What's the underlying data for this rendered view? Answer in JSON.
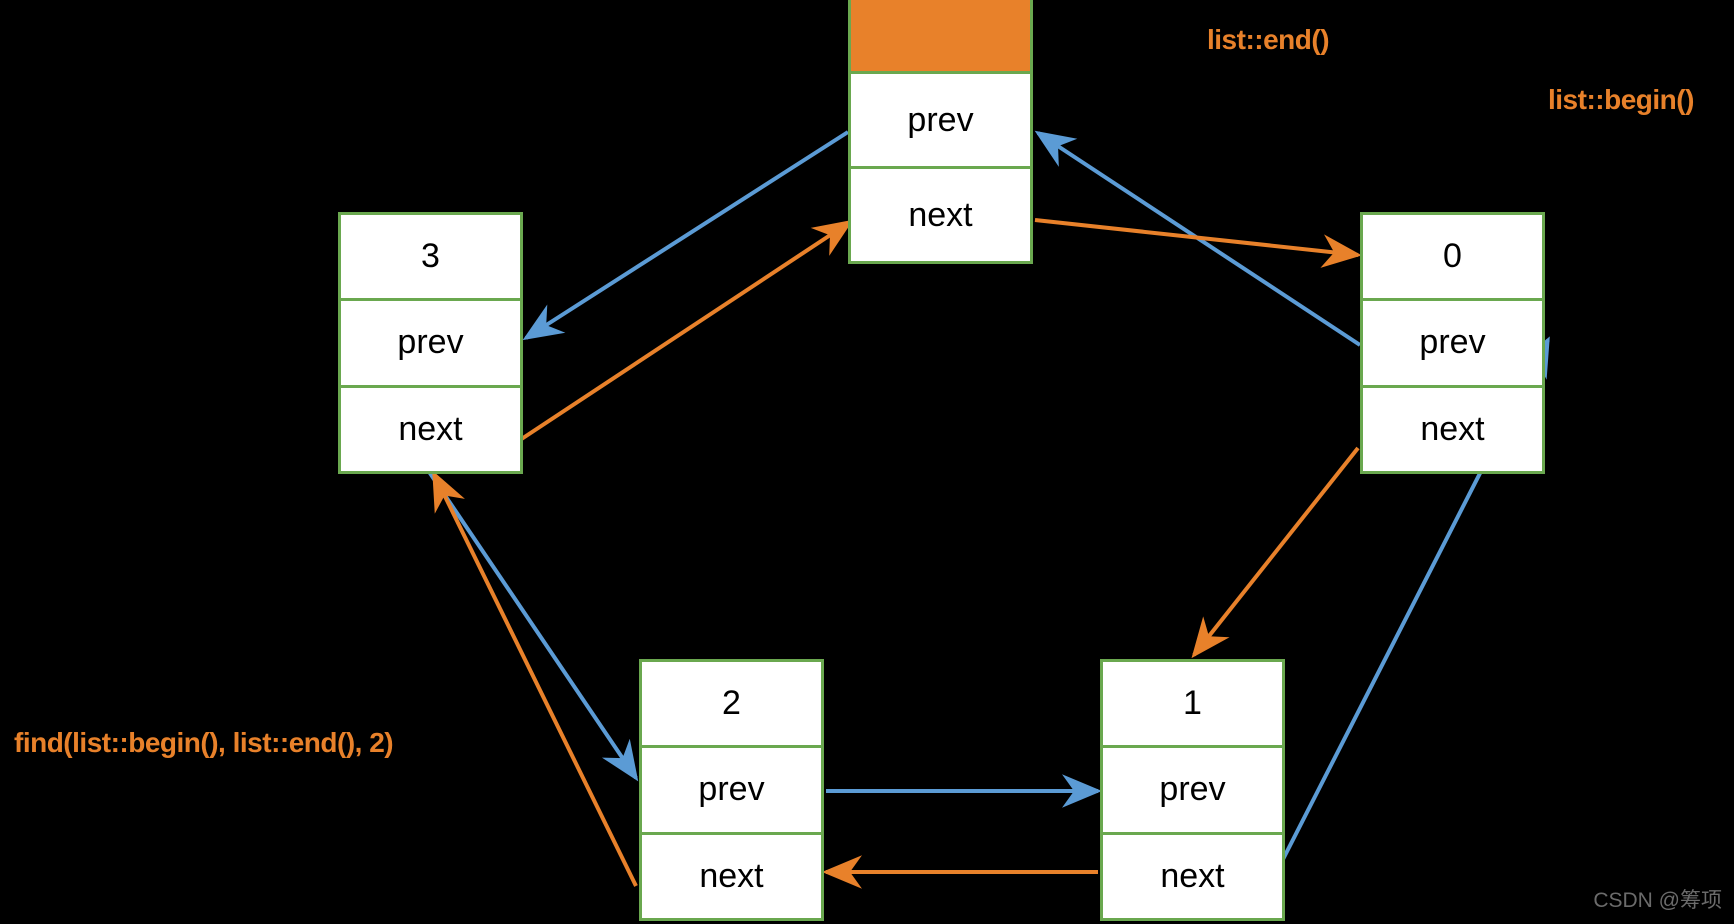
{
  "diagram": {
    "title": "Circular doubly linked list with sentinel node",
    "background_color": "#000000",
    "node_border_color": "#6aa84f",
    "node_fill_color": "#ffffff",
    "sentinel_fill_color": "#e8812a",
    "prev_arrow_color": "#5b9bd5",
    "next_arrow_color": "#e8812a"
  },
  "nodes": [
    {
      "id": "sentinel",
      "value_label": "",
      "prev_label": "prev",
      "next_label": "next",
      "has_value_cell": true,
      "value_is_filled": true
    },
    {
      "id": "node-3",
      "value_label": "3",
      "prev_label": "prev",
      "next_label": "next",
      "has_value_cell": true,
      "value_is_filled": false
    },
    {
      "id": "node-0",
      "value_label": "0",
      "prev_label": "prev",
      "next_label": "next",
      "has_value_cell": true,
      "value_is_filled": false
    },
    {
      "id": "node-2",
      "value_label": "2",
      "prev_label": "prev",
      "next_label": "next",
      "has_value_cell": true,
      "value_is_filled": false
    },
    {
      "id": "node-1",
      "value_label": "1",
      "prev_label": "prev",
      "next_label": "next",
      "has_value_cell": true,
      "value_is_filled": false
    }
  ],
  "annotations": [
    {
      "id": "end",
      "text": "list::end()"
    },
    {
      "id": "begin",
      "text": "list::begin()"
    },
    {
      "id": "find",
      "text": "find(list::begin(), list::end(), 2)"
    }
  ],
  "watermark": {
    "text": "CSDN @筹项"
  }
}
